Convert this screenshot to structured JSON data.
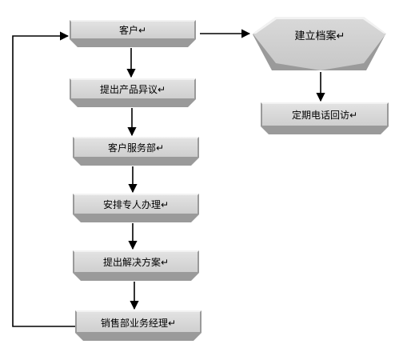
{
  "flowchart": {
    "nodes": {
      "customer": "客户↵",
      "raise_objection": "提出产品异议↵",
      "customer_service": "客户服务部↵",
      "assign_staff": "安排专人办理↵",
      "propose_solution": "提出解决方案↵",
      "sales_manager": "销售部业务经理↵",
      "build_file": "建立档案↵",
      "scheduled_callback": "定期电话回访↵"
    }
  },
  "colors": {
    "box_face": "#dcdcdc",
    "box_bevel_light": "#f2f2f2",
    "box_bevel_dark": "#9a9a9a",
    "arrow": "#000000"
  }
}
